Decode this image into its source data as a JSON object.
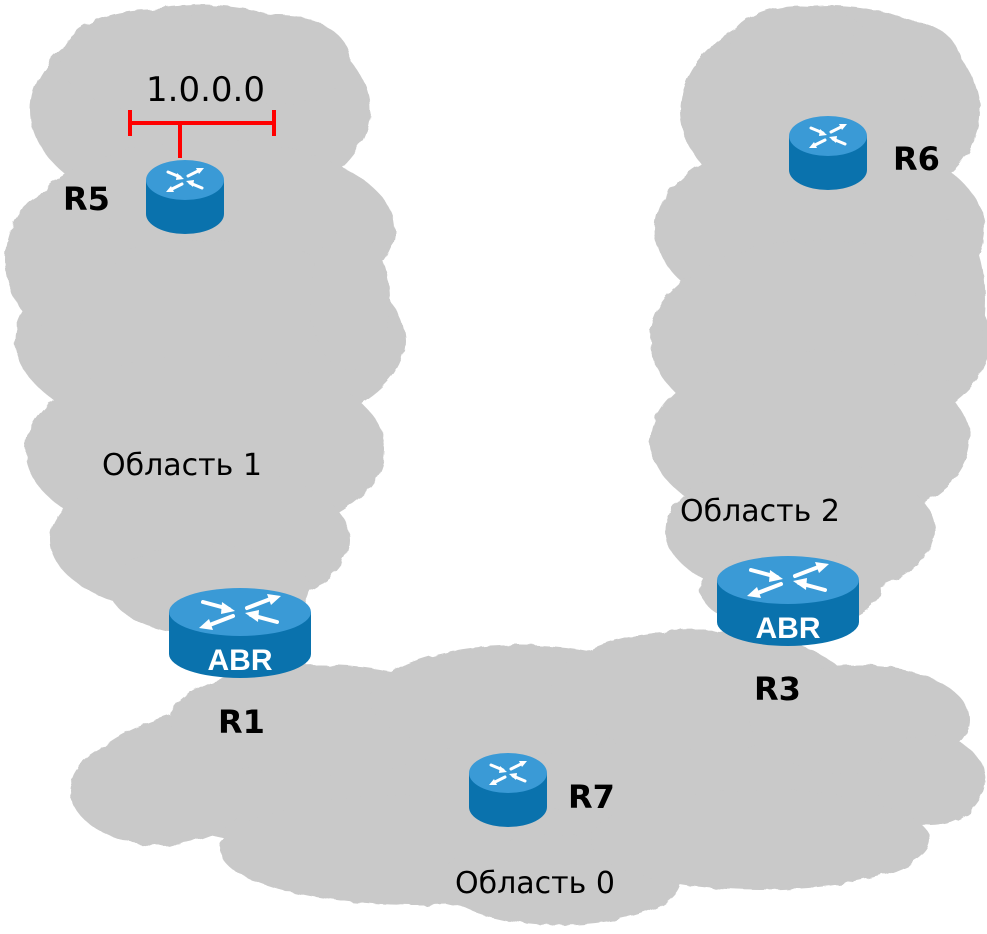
{
  "colors": {
    "cloud": "#c9c9c9",
    "cloud_edge": "#b8b8b8",
    "router_top": "#3a9ad6",
    "router_side": "#0a72ad",
    "link": "#ff0000",
    "text": "#000000"
  },
  "network": {
    "label": "1.0.0.0"
  },
  "areas": [
    {
      "id": "area1",
      "label": "Область 1"
    },
    {
      "id": "area2",
      "label": "Область 2"
    },
    {
      "id": "area0",
      "label": "Область 0"
    }
  ],
  "routers": [
    {
      "id": "R5",
      "label": "R5",
      "badge": "",
      "icon": "router-icon"
    },
    {
      "id": "R6",
      "label": "R6",
      "badge": "",
      "icon": "router-icon"
    },
    {
      "id": "R1",
      "label": "R1",
      "badge": "ABR",
      "icon": "router-icon"
    },
    {
      "id": "R3",
      "label": "R3",
      "badge": "ABR",
      "icon": "router-icon"
    },
    {
      "id": "R7",
      "label": "R7",
      "badge": "",
      "icon": "router-icon"
    }
  ]
}
